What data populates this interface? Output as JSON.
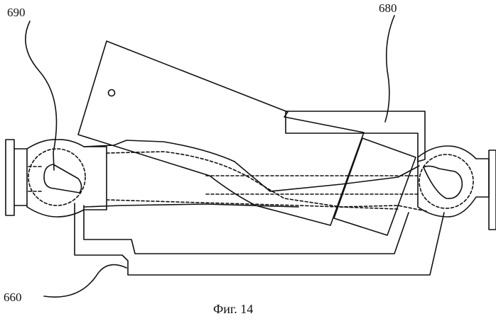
{
  "labels": {
    "ref_690": "690",
    "ref_680": "680",
    "ref_660": "660"
  },
  "caption": "Фиг. 14",
  "colors": {
    "ink": "#111111",
    "background": "#ffffff"
  }
}
